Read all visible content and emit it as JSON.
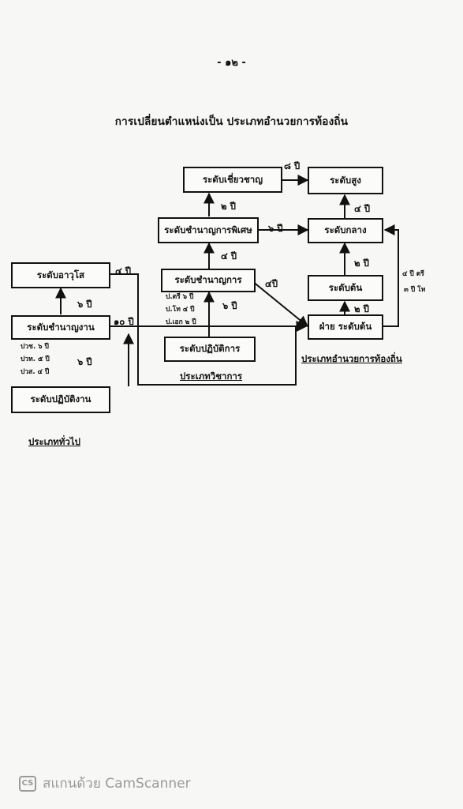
{
  "page": {
    "number": "- ๑๒ -",
    "title": "การเปลี่ยนตำแหน่งเป็น ประเภทอำนวยการท้องถิ่น"
  },
  "boxes": {
    "expert": "ระดับเชี่ยวชาญ",
    "high": "ระดับสูง",
    "special": "ระดับชำนาญการพิเศษ",
    "middle": "ระดับกลาง",
    "professional": "ระดับชำนาญการ",
    "early": "ระดับต้น",
    "department_early": "ฝ่าย ระดับต้น",
    "operation": "ระดับปฏิบัติการ",
    "senior": "ระดับอาวุโส",
    "skilled": "ระดับชำนาญงาน",
    "practitioner": "ระดับปฏิบัติงาน"
  },
  "labels": {
    "expert_to_high": "๘ ปี",
    "special_to_expert": "๒ ปี",
    "special_to_middle": "๖ ปี",
    "prof_to_special": "๔ ปี",
    "prof_to_dept": "๔ปี",
    "op_to_prof": "๖ ปี",
    "early_to_middle": "๔ ปี",
    "early_from_dept": "๒ ปี",
    "dept_to_early": "๒ ปี",
    "side_bachelor": "๔ ปี ตรี",
    "side_master": "๓ ปี โท",
    "senior_to_dept": "๔ ปี",
    "skilled_to_senior": "๖ ปี",
    "skilled_to_dept": "๑๐ ปี",
    "pract_to_skilled": "๖ ปี",
    "degree_bachelor": "ป.ตรี ๖ ปี",
    "degree_master": "ป.โท ๔ ปี",
    "degree_doctor": "ป.เอก ๒ ปี",
    "cert_1": "ปวช. ๖ ปี",
    "cert_2": "ปวท. ๕ ปี",
    "cert_3": "ปวส. ๔ ปี"
  },
  "sections": {
    "academic": "ประเภทวิชาการ",
    "local_admin": "ประเภทอำนวยการท้องถิ่น",
    "general": "ประเภททั่วไป"
  },
  "footer": {
    "icon": "CS",
    "text": "สแกนด้วย CamScanner"
  }
}
